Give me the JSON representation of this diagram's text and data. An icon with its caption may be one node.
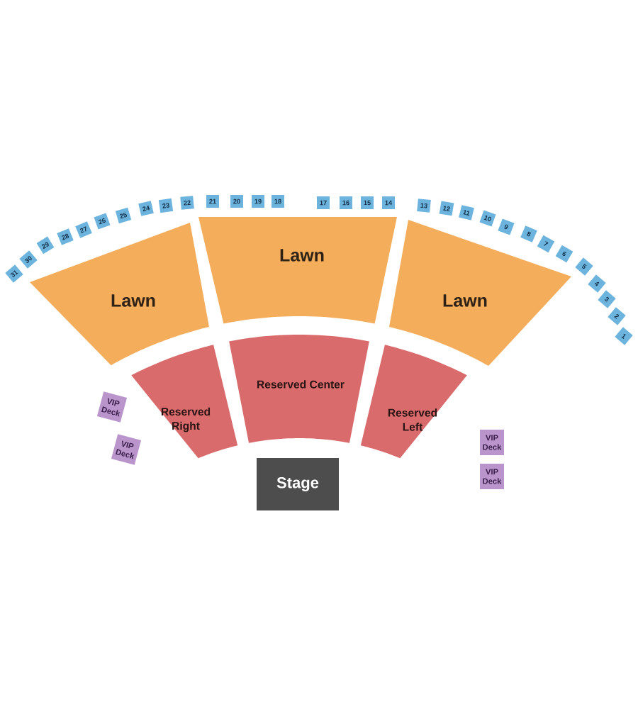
{
  "diagram": {
    "nodes": [
      {
        "text": [
          "31"
        ]
      },
      {
        "text": [
          "30"
        ]
      },
      {
        "text": [
          "29"
        ]
      },
      {
        "text": [
          "28"
        ]
      },
      {
        "text": [
          "27"
        ]
      },
      {
        "text": [
          "26"
        ]
      },
      {
        "text": [
          "25"
        ]
      },
      {
        "text": [
          "24"
        ]
      },
      {
        "text": [
          "23"
        ]
      },
      {
        "text": [
          "22"
        ]
      },
      {
        "text": [
          "21"
        ]
      },
      {
        "text": [
          "20"
        ]
      },
      {
        "text": [
          "19"
        ]
      },
      {
        "text": [
          "18"
        ]
      },
      {
        "text": [
          "17"
        ]
      },
      {
        "text": [
          "16"
        ]
      },
      {
        "text": [
          "15"
        ]
      },
      {
        "text": [
          "14"
        ]
      },
      {
        "text": [
          "13"
        ]
      },
      {
        "text": [
          "12"
        ]
      },
      {
        "text": [
          "11"
        ]
      },
      {
        "text": [
          "10"
        ]
      },
      {
        "text": [
          "9"
        ]
      },
      {
        "text": [
          "8"
        ]
      },
      {
        "text": [
          "7"
        ]
      },
      {
        "text": [
          "6"
        ]
      },
      {
        "text": [
          "5"
        ]
      },
      {
        "text": [
          "4"
        ]
      },
      {
        "text": [
          "3"
        ]
      },
      {
        "text": [
          "2"
        ]
      },
      {
        "text": [
          "1"
        ]
      },
      {
        "text": [
          "Lawn"
        ]
      },
      {
        "text": [
          "Lawn"
        ]
      },
      {
        "text": [
          "Lawn"
        ]
      },
      {
        "text": [
          "Reserved Right"
        ]
      },
      {
        "text": [
          "Reserved Center"
        ]
      },
      {
        "text": [
          "Reserved Left"
        ]
      },
      {
        "text": [
          "VIP Deck"
        ]
      },
      {
        "text": [
          "VIP Deck"
        ]
      },
      {
        "text": [
          "VIP Deck"
        ]
      },
      {
        "text": [
          "VIP Deck"
        ]
      },
      {
        "text": [
          "Stage"
        ]
      }
    ]
  }
}
